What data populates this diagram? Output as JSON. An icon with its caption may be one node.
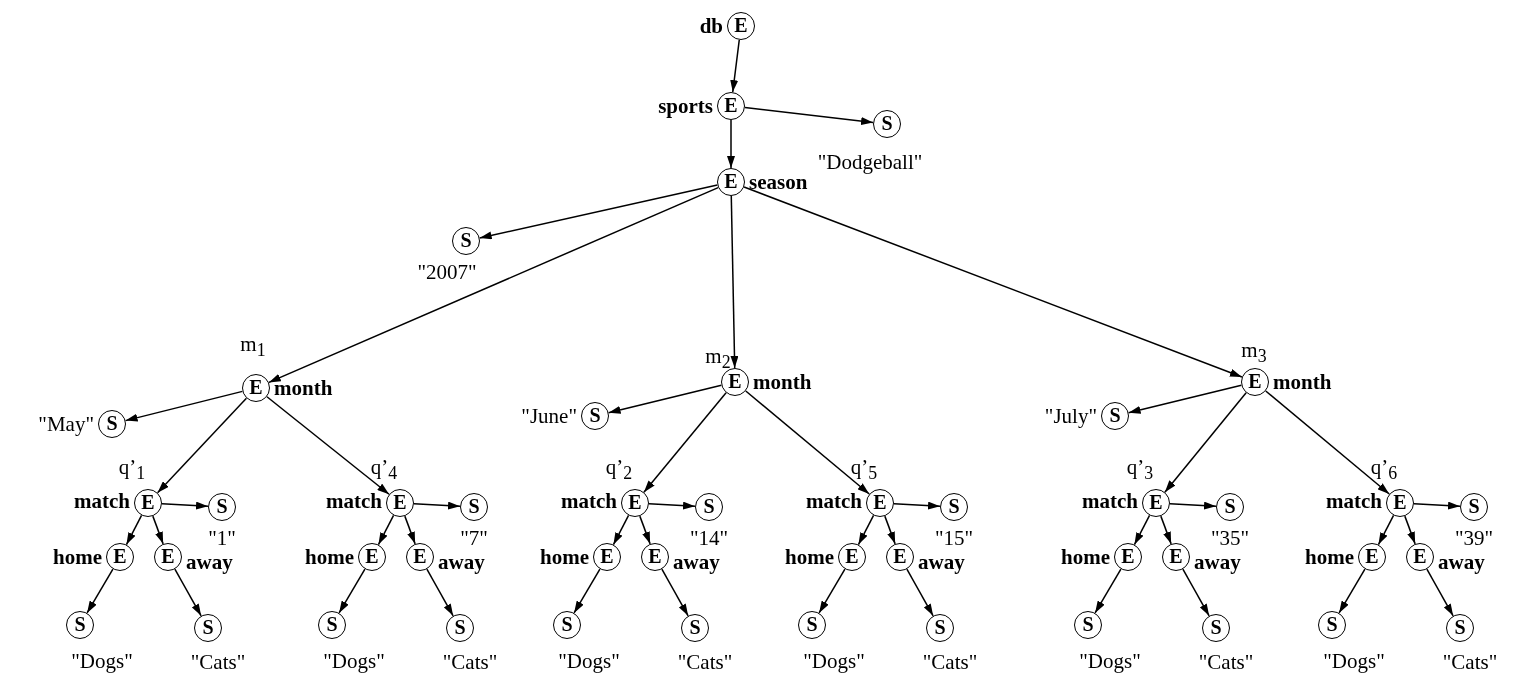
{
  "diagram": {
    "nodes": [
      {
        "text": [
          "E"
        ],
        "beside": [
          "db"
        ]
      },
      {
        "text": [
          "E"
        ],
        "beside": [
          "sports"
        ]
      },
      {
        "text": [
          "S"
        ],
        "beside": [
          "\"Dodgeball\""
        ]
      },
      {
        "text": [
          "E"
        ],
        "beside": [
          "season"
        ]
      },
      {
        "text": [
          "S"
        ],
        "beside": [
          "\"2007\""
        ]
      },
      {
        "text": [
          "E"
        ],
        "beside": [
          "m$_{1}$",
          "month"
        ]
      },
      {
        "text": [
          "E"
        ],
        "beside": [
          "m$_{2}$",
          "month"
        ]
      },
      {
        "text": [
          "E"
        ],
        "beside": [
          "m$_{3}$",
          "month"
        ]
      },
      {
        "text": [
          "S"
        ],
        "beside": [
          "\"May\""
        ]
      },
      {
        "text": [
          "S"
        ],
        "beside": [
          "\"June\""
        ]
      },
      {
        "text": [
          "S"
        ],
        "beside": [
          "\"July\""
        ]
      },
      {
        "text": [
          "E"
        ],
        "beside": [
          "q’$_{1}$",
          "match"
        ]
      },
      {
        "text": [
          "S"
        ],
        "beside": [
          "\"1\""
        ]
      },
      {
        "text": [
          "E"
        ],
        "beside": [
          "home"
        ]
      },
      {
        "text": [
          "E"
        ],
        "beside": [
          "away"
        ]
      },
      {
        "text": [
          "S"
        ],
        "beside": [
          "\"Dogs\""
        ]
      },
      {
        "text": [
          "S"
        ],
        "beside": [
          "\"Cats\""
        ]
      },
      {
        "text": [
          "E"
        ],
        "beside": [
          "q’$_{4}$",
          "match"
        ]
      },
      {
        "text": [
          "S"
        ],
        "beside": [
          "\"7\""
        ]
      },
      {
        "text": [
          "E"
        ],
        "beside": [
          "home"
        ]
      },
      {
        "text": [
          "E"
        ],
        "beside": [
          "away"
        ]
      },
      {
        "text": [
          "S"
        ],
        "beside": [
          "\"Dogs\""
        ]
      },
      {
        "text": [
          "S"
        ],
        "beside": [
          "\"Cats\""
        ]
      },
      {
        "text": [
          "E"
        ],
        "beside": [
          "q’$_{2}$",
          "match"
        ]
      },
      {
        "text": [
          "S"
        ],
        "beside": [
          "\"14\""
        ]
      },
      {
        "text": [
          "E"
        ],
        "beside": [
          "home"
        ]
      },
      {
        "text": [
          "E"
        ],
        "beside": [
          "away"
        ]
      },
      {
        "text": [
          "S"
        ],
        "beside": [
          "\"Dogs\""
        ]
      },
      {
        "text": [
          "S"
        ],
        "beside": [
          "\"Cats\""
        ]
      },
      {
        "text": [
          "E"
        ],
        "beside": [
          "q’$_{5}$",
          "match"
        ]
      },
      {
        "text": [
          "S"
        ],
        "beside": [
          "\"15\""
        ]
      },
      {
        "text": [
          "E"
        ],
        "beside": [
          "home"
        ]
      },
      {
        "text": [
          "E"
        ],
        "beside": [
          "away"
        ]
      },
      {
        "text": [
          "S"
        ],
        "beside": [
          "\"Dogs\""
        ]
      },
      {
        "text": [
          "S"
        ],
        "beside": [
          "\"Cats\""
        ]
      },
      {
        "text": [
          "E"
        ],
        "beside": [
          "q’$_{3}$",
          "match"
        ]
      },
      {
        "text": [
          "S"
        ],
        "beside": [
          "\"35\""
        ]
      },
      {
        "text": [
          "E"
        ],
        "beside": [
          "home"
        ]
      },
      {
        "text": [
          "E"
        ],
        "beside": [
          "away"
        ]
      },
      {
        "text": [
          "S"
        ],
        "beside": [
          "\"Dogs\""
        ]
      },
      {
        "text": [
          "S"
        ],
        "beside": [
          "\"Cats\""
        ]
      },
      {
        "text": [
          "E"
        ],
        "beside": [
          "q’$_{6}$",
          "match"
        ]
      },
      {
        "text": [
          "S"
        ],
        "beside": [
          "\"39\""
        ]
      },
      {
        "text": [
          "E"
        ],
        "beside": [
          "home"
        ]
      },
      {
        "text": [
          "E"
        ],
        "beside": [
          "away"
        ]
      },
      {
        "text": [
          "S"
        ],
        "beside": [
          "\"Dogs\""
        ]
      },
      {
        "text": [
          "S"
        ],
        "beside": [
          "\"Cats\""
        ]
      }
    ],
    "edges": [
      {
        "from": 0,
        "to": 1,
        "arrow": "to"
      },
      {
        "from": 1,
        "to": 2,
        "arrow": "to"
      },
      {
        "from": 1,
        "to": 3,
        "arrow": "to"
      },
      {
        "from": 3,
        "to": 4,
        "arrow": "to"
      },
      {
        "from": 3,
        "to": 5,
        "arrow": "to"
      },
      {
        "from": 3,
        "to": 6,
        "arrow": "to"
      },
      {
        "from": 3,
        "to": 7,
        "arrow": "to"
      },
      {
        "from": 5,
        "to": 8,
        "arrow": "to"
      },
      {
        "from": 6,
        "to": 9,
        "arrow": "to"
      },
      {
        "from": 7,
        "to": 10,
        "arrow": "to"
      },
      {
        "from": 5,
        "to": 11,
        "arrow": "to"
      },
      {
        "from": 5,
        "to": 17,
        "arrow": "to"
      },
      {
        "from": 6,
        "to": 23,
        "arrow": "to"
      },
      {
        "from": 6,
        "to": 29,
        "arrow": "to"
      },
      {
        "from": 7,
        "to": 35,
        "arrow": "to"
      },
      {
        "from": 7,
        "to": 41,
        "arrow": "to"
      },
      {
        "from": 11,
        "to": 12,
        "arrow": "to"
      },
      {
        "from": 11,
        "to": 13,
        "arrow": "to"
      },
      {
        "from": 11,
        "to": 14,
        "arrow": "to"
      },
      {
        "from": 13,
        "to": 15,
        "arrow": "to"
      },
      {
        "from": 14,
        "to": 16,
        "arrow": "to"
      },
      {
        "from": 17,
        "to": 18,
        "arrow": "to"
      },
      {
        "from": 17,
        "to": 19,
        "arrow": "to"
      },
      {
        "from": 17,
        "to": 20,
        "arrow": "to"
      },
      {
        "from": 19,
        "to": 21,
        "arrow": "to"
      },
      {
        "from": 20,
        "to": 22,
        "arrow": "to"
      },
      {
        "from": 23,
        "to": 24,
        "arrow": "to"
      },
      {
        "from": 23,
        "to": 25,
        "arrow": "to"
      },
      {
        "from": 23,
        "to": 26,
        "arrow": "to"
      },
      {
        "from": 25,
        "to": 27,
        "arrow": "to"
      },
      {
        "from": 26,
        "to": 28,
        "arrow": "to"
      },
      {
        "from": 29,
        "to": 30,
        "arrow": "to"
      },
      {
        "from": 29,
        "to": 31,
        "arrow": "to"
      },
      {
        "from": 29,
        "to": 32,
        "arrow": "to"
      },
      {
        "from": 31,
        "to": 33,
        "arrow": "to"
      },
      {
        "from": 32,
        "to": 34,
        "arrow": "to"
      },
      {
        "from": 35,
        "to": 36,
        "arrow": "to"
      },
      {
        "from": 35,
        "to": 37,
        "arrow": "to"
      },
      {
        "from": 35,
        "to": 38,
        "arrow": "to"
      },
      {
        "from": 37,
        "to": 39,
        "arrow": "to"
      },
      {
        "from": 38,
        "to": 40,
        "arrow": "to"
      },
      {
        "from": 41,
        "to": 42,
        "arrow": "to"
      },
      {
        "from": 41,
        "to": 43,
        "arrow": "to"
      },
      {
        "from": 41,
        "to": 44,
        "arrow": "to"
      },
      {
        "from": 43,
        "to": 45,
        "arrow": "to"
      },
      {
        "from": 44,
        "to": 46,
        "arrow": "to"
      }
    ]
  }
}
